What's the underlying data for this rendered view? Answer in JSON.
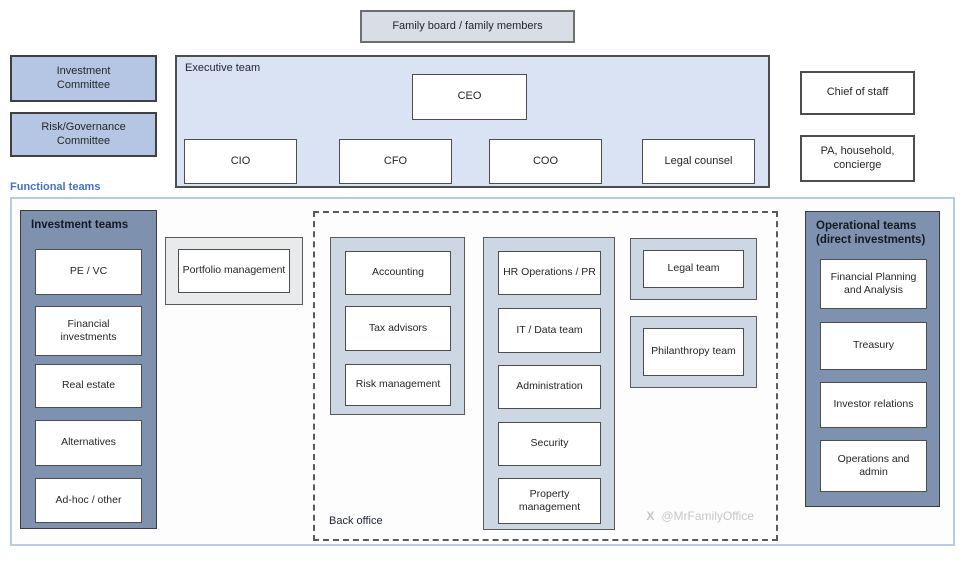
{
  "family_board": {
    "label": "Family board / family members"
  },
  "committees": [
    {
      "label": "Investment Committee"
    },
    {
      "label": "Risk/Governance Committee"
    }
  ],
  "executive_team": {
    "label": "Executive team",
    "ceo": "CEO",
    "members": [
      "CIO",
      "CFO",
      "COO",
      "Legal counsel"
    ]
  },
  "staff": {
    "chief_of_staff": "Chief of staff",
    "pa_household": "PA, household, concierge"
  },
  "functional_teams_label": "Functional teams",
  "investment_teams": {
    "title": "Investment teams",
    "items": [
      "PE / VC",
      "Financial investments",
      "Real estate",
      "Alternatives",
      "Ad-hoc / other"
    ]
  },
  "portfolio_management": {
    "label": "Portfolio management"
  },
  "back_office": {
    "label": "Back office",
    "col1": [
      "Accounting",
      "Tax advisors",
      "Risk management"
    ],
    "col2": [
      "HR Operations / PR",
      "IT / Data team",
      "Administration",
      "Security",
      "Property management"
    ],
    "legal_team": "Legal team",
    "philanthropy_team": "Philanthropy team"
  },
  "operational_teams": {
    "title": "Operational teams (direct investments)",
    "items": [
      "Financial Planning and Analysis",
      "Treasury",
      "Investor relations",
      "Operations and admin"
    ]
  },
  "watermark": {
    "icon": "X",
    "handle": "@MrFamilyOffice"
  },
  "colors": {
    "committee_fill": "#b4c6e4",
    "executive_fill": "#dae3f3",
    "dark_column_fill": "#7e92b0",
    "light_column_fill": "#cdd6e3",
    "portfolio_outer_fill": "#e9eaec",
    "outer_border": "#b9cbe2",
    "box_border": "#4d4d4d",
    "functional_label_color": "#4472c4",
    "watermark_color": "#c6c6c6"
  }
}
